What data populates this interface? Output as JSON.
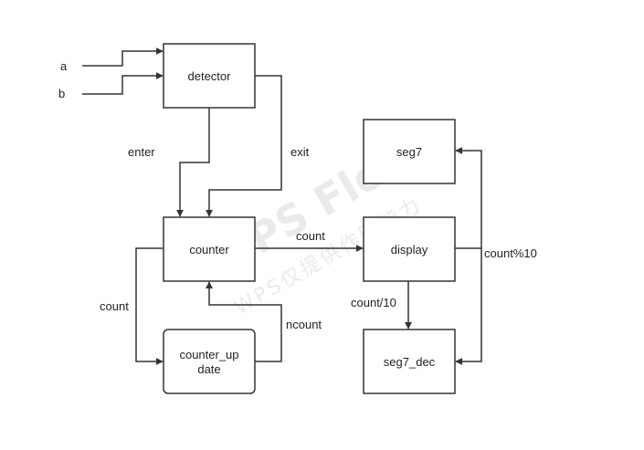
{
  "blocks": {
    "detector": "detector",
    "counter": "counter",
    "counter_update_line1": "counter_up",
    "counter_update_line2": "date",
    "seg7": "seg7",
    "display": "display",
    "seg7_dec": "seg7_dec"
  },
  "signals": {
    "a": "a",
    "b": "b",
    "enter": "enter",
    "exit": "exit",
    "count_out": "count",
    "count_feedback": "count",
    "ncount": "ncount",
    "count_div10": "count/10",
    "count_mod10": "count%10"
  },
  "watermark": {
    "line1": "WPS Flow",
    "line2": "WPS仅提供作图能力"
  },
  "colors": {
    "stroke": "#333333",
    "watermark": "#d9d9d9"
  }
}
